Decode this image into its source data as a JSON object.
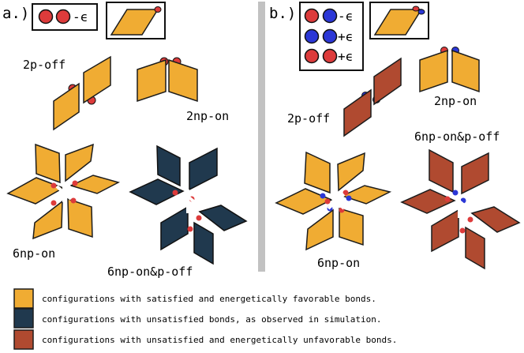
{
  "colors": {
    "favorable": "#f0ac33",
    "unsatisfied": "#20394e",
    "unfavorable": "#b04a30",
    "positive": "#dd3b3b",
    "negative": "#2b37d6",
    "divider": "#c2c2c2",
    "outline": "#1c1c1c"
  },
  "panel_a": {
    "label": "a.)",
    "legend": [
      {
        "particles": [
          "red",
          "red"
        ],
        "energy": "-ϵ"
      }
    ],
    "labels": {
      "two_p_off": "2p-off",
      "two_np_on": "2np-on",
      "six_np_on": "6np-on",
      "six_np_on_p_off": "6np-on&p-off"
    }
  },
  "panel_b": {
    "label": "b.)",
    "legend": [
      {
        "particles": [
          "red",
          "blue"
        ],
        "energy": "-ϵ"
      },
      {
        "particles": [
          "blue",
          "blue"
        ],
        "energy": "+ϵ"
      },
      {
        "particles": [
          "red",
          "red"
        ],
        "energy": "+ϵ"
      }
    ],
    "labels": {
      "two_p_off": "2p-off",
      "two_np_on": "2np-on",
      "six_np_on": "6np-on",
      "six_np_on_p_off": "6np-on&p-off"
    }
  },
  "key": [
    {
      "color": "favorable",
      "text": "configurations with satisfied and energetically favorable bonds."
    },
    {
      "color": "unsatisfied",
      "text": "configurations with unsatisfied bonds, as observed in simulation."
    },
    {
      "color": "unfavorable",
      "text": "configurations with unsatisfied and energetically unfavorable bonds."
    }
  ]
}
